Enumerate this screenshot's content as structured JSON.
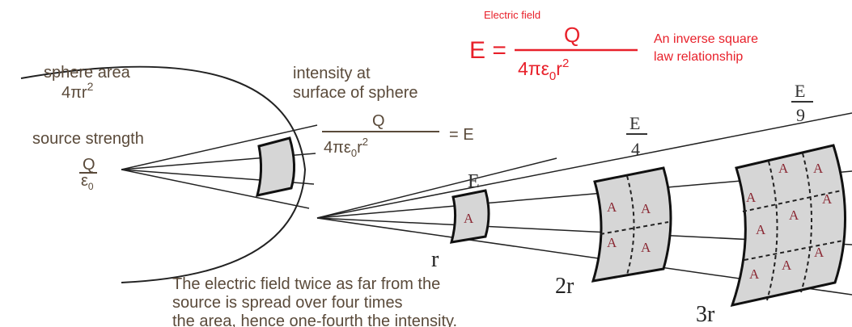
{
  "title": {
    "caption": "Electric field",
    "lhs": "E =",
    "numerator": "Q",
    "denominator": "4πε",
    "denominator_sub": "0",
    "denominator_tail": "r",
    "denominator_sup": "2",
    "note_line1": "An inverse square",
    "note_line2": "law relationship"
  },
  "sphere": {
    "area_label": "sphere area",
    "area_formula": "4πr",
    "area_sup": "2",
    "source_label": "source strength",
    "source_num": "Q",
    "source_den": "ε",
    "source_den_sub": "0"
  },
  "intensity": {
    "line1": "intensity at",
    "line2": "surface of sphere",
    "numerator": "Q",
    "denominator": "4πε",
    "denominator_sub": "0",
    "denominator_tail": "r",
    "denominator_sup": "2",
    "rhs": "= E"
  },
  "field_labels": {
    "e1": "E",
    "e4_num": "E",
    "e4_den": "4",
    "e9_num": "E",
    "e9_den": "9"
  },
  "distances": {
    "r": "r",
    "r2": "2r",
    "r3": "3r"
  },
  "area_label": "A",
  "caption": {
    "line1": "The electric field twice as far from the",
    "line2": "source is spread over four times",
    "line3": "the area, hence one-fourth the intensity."
  },
  "colors": {
    "accent_red": "#e8202a",
    "text_brown": "#5a4a3a",
    "patch_gray": "#d6d6d6",
    "area_label": "#8b2a35"
  }
}
